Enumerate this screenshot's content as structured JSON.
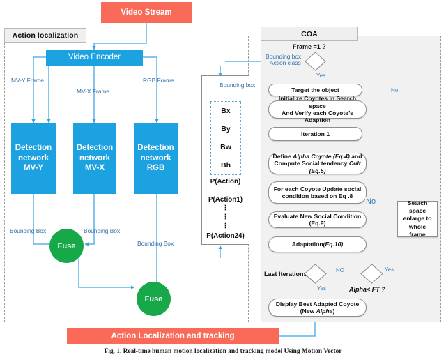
{
  "figure": {
    "caption": "Fig. 1.  Real-time human motion localization and tracking model Using Motion Vector"
  },
  "panels": {
    "action_localization": {
      "tag": "Action localization"
    },
    "coa": {
      "tag": "COA"
    }
  },
  "colors": {
    "red": "#f96a59",
    "blue": "#1ca2e0",
    "green": "#17a84a",
    "wire": "#5cb3e8",
    "panel_fill": "#f1f1f1",
    "dashed_border": "#9a9a9a",
    "label_blue": "#2f6fa8"
  },
  "nodes": {
    "video_stream": "Video Stream",
    "video_encoder": "Video Encoder",
    "detection_mvy": "Detection\nnetwork\nMV-Y",
    "detection_mvy_l1": "Detection",
    "detection_mvy_l2": "network",
    "detection_mvy_l3": "MV-Y",
    "detection_mvx_l1": "Detection",
    "detection_mvx_l2": "network",
    "detection_mvx_l3": "MV-X",
    "detection_rgb_l1": "Detection",
    "detection_rgb_l2": "network",
    "detection_rgb_l3": "RGB",
    "fuse_left": "Fuse",
    "fuse_right": "Fuse",
    "banner": "Action Localization and tracking"
  },
  "bounding_box_stack": {
    "bx": "Bx",
    "by": "By",
    "bw": "Bw",
    "bh": "Bh",
    "p_action": "P(Action)",
    "p_action1": "P(Action1)",
    "dots1": "⋮",
    "dots2": "⋮",
    "dots3": "⋮",
    "p_action24": "P(Action24)"
  },
  "edge_labels": {
    "mv_y_frame": "MV-Y Frame",
    "mv_x_frame": "MV-X Frame",
    "rgb_frame": "RGB Frame",
    "bounding_box_1": "Bounding Box",
    "bounding_box_2": "Bounding Box",
    "bounding_box_3": "Bounding Box",
    "bounding_box_to_coa": "Bounding box",
    "bounding_box_action_class_l1": "Bounding box",
    "bounding_box_action_class_l2": "Action class"
  },
  "coa": {
    "decision_frame": "Frame =1 ?",
    "target_object": "Target the object",
    "initialize_l1": "Initialize Coyotes in Search space",
    "initialize_l2": "And Verify each Coyote’s Adaption",
    "iteration": "Iteration 1",
    "define_alpha_l1_a": "Define ",
    "define_alpha_l1_b": "Alpha Coyote (Eq.4)",
    "define_alpha_l1_c": " and",
    "define_alpha_l2_a": "Compute Social tendency ",
    "define_alpha_l2_b": "Cult (Eq.5)",
    "update_social_l1": "For each Coyote Update social",
    "update_social_l2": "condition  based on Eq .8",
    "evaluate": "Evaluate New Social Condition (Eq.9)",
    "adaptation_a": "Adaptation ",
    "adaptation_b": "(Eq.10)",
    "last_iterations": "Last Iterations ?",
    "alpha_ft": "Alpha< FT ?",
    "search_space_l1": "Search space",
    "search_space_l2": "enlarge to",
    "search_space_l3": "whole frame",
    "display_l1": "Display Best Adapted Coyote",
    "display_l2_a": "(New ",
    "display_l2_b": "Alpha",
    "display_l2_c": ")",
    "yes_frame": "Yes",
    "no_frame": "No",
    "yes_last": "Yes",
    "no_last": "NO",
    "yes_alpha": "Yes",
    "no_alpha": "No"
  }
}
